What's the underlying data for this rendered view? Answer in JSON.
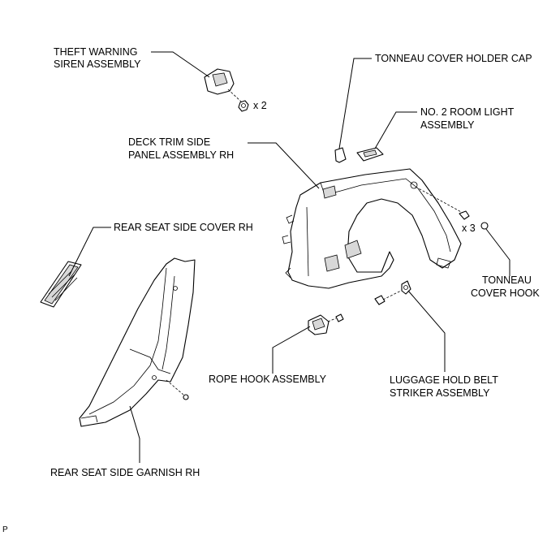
{
  "labels": {
    "theft_line1": "THEFT WARNING",
    "theft_line2": "SIREN ASSEMBLY",
    "theft_qty": "x 2",
    "cap": "TONNEAU COVER HOLDER CAP",
    "room_line1": "NO. 2 ROOM LIGHT",
    "room_line2": "ASSEMBLY",
    "deck_line1": "DECK TRIM SIDE",
    "deck_line2": "PANEL ASSEMBLY RH",
    "deck_qty": "x 3",
    "rear_cover": "REAR SEAT SIDE COVER RH",
    "hook_line1": "TONNEAU",
    "hook_line2": "COVER HOOK",
    "rope": "ROPE HOOK ASSEMBLY",
    "belt_line1": "LUGGAGE HOLD BELT",
    "belt_line2": "STRIKER ASSEMBLY",
    "garnish": "REAR SEAT SIDE GARNISH RH",
    "corner_mark": "P"
  }
}
